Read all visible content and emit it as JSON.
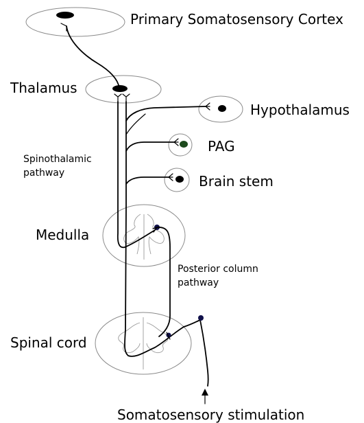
{
  "labels": {
    "cortex": "Primary Somatosensory Cortex",
    "thalamus": "Thalamus",
    "hypothalamus": "Hypothalamus",
    "pag": "PAG",
    "spinothalamic_1": "Spinothalamic",
    "spinothalamic_2": "pathway",
    "brain_stem": "Brain stem",
    "medulla": "Medulla",
    "posterior_1": "Posterior column",
    "posterior_2": "pathway",
    "spinal_cord": "Spinal cord",
    "stimulation": "Somatosensory stimulation"
  },
  "colors": {
    "nerve": "#000000",
    "outline": "#8a8a8a",
    "pag_nucleus": "#1d4a1d",
    "neuron_dot": "#10104a"
  }
}
